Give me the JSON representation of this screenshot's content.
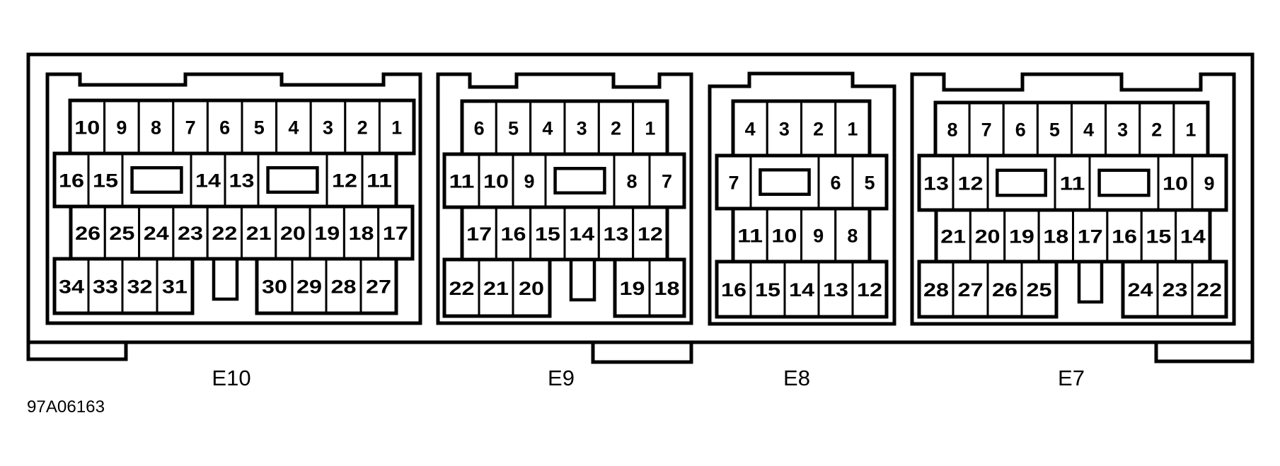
{
  "figure_id": "97A06163",
  "colors": {
    "line": "#000000",
    "background": "#ffffff"
  },
  "connectors": [
    {
      "id": "E10",
      "label": "E10",
      "rows": [
        {
          "pins": [
            "10",
            "9",
            "8",
            "7",
            "6",
            "5",
            "4",
            "3",
            "2",
            "1"
          ]
        },
        {
          "pins": [
            "16",
            "15",
            "KEY",
            "14",
            "13",
            "KEY",
            "12",
            "11"
          ]
        },
        {
          "pins": [
            "26",
            "25",
            "24",
            "23",
            "22",
            "21",
            "20",
            "19",
            "18",
            "17"
          ]
        },
        {
          "pins": [
            "34",
            "33",
            "32",
            "31",
            "GAP",
            "30",
            "29",
            "28",
            "27"
          ]
        }
      ]
    },
    {
      "id": "E9",
      "label": "E9",
      "rows": [
        {
          "pins": [
            "6",
            "5",
            "4",
            "3",
            "2",
            "1"
          ]
        },
        {
          "pins": [
            "11",
            "10",
            "9",
            "KEY",
            "8",
            "7"
          ]
        },
        {
          "pins": [
            "17",
            "16",
            "15",
            "14",
            "13",
            "12"
          ]
        },
        {
          "pins": [
            "22",
            "21",
            "20",
            "GAP",
            "19",
            "18"
          ]
        }
      ]
    },
    {
      "id": "E8",
      "label": "E8",
      "rows": [
        {
          "pins": [
            "4",
            "3",
            "2",
            "1"
          ]
        },
        {
          "pins": [
            "7",
            "KEY",
            "6",
            "5"
          ]
        },
        {
          "pins": [
            "11",
            "10",
            "9",
            "8"
          ]
        },
        {
          "pins": [
            "16",
            "15",
            "14",
            "13",
            "12"
          ]
        }
      ]
    },
    {
      "id": "E7",
      "label": "E7",
      "rows": [
        {
          "pins": [
            "8",
            "7",
            "6",
            "5",
            "4",
            "3",
            "2",
            "1"
          ]
        },
        {
          "pins": [
            "13",
            "12",
            "KEY",
            "11",
            "KEY",
            "10",
            "9"
          ]
        },
        {
          "pins": [
            "21",
            "20",
            "19",
            "18",
            "17",
            "16",
            "15",
            "14"
          ]
        },
        {
          "pins": [
            "28",
            "27",
            "26",
            "25",
            "GAP",
            "24",
            "23",
            "22"
          ]
        }
      ]
    }
  ]
}
